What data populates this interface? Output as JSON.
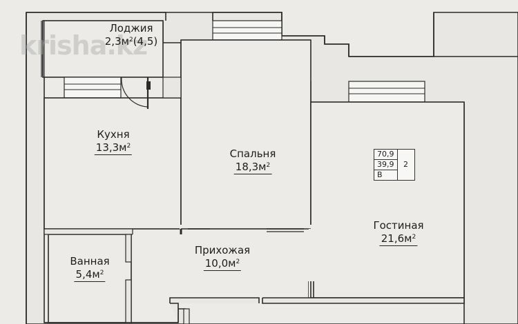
{
  "watermark": "krisha.kz",
  "colors": {
    "wall": "#e9e8e5",
    "line": "#2a2a2a",
    "floor": "#ecebe8"
  },
  "rooms": {
    "loggia": {
      "name": "Лоджия",
      "area": "2,3м",
      "sup": "2",
      "extra": "(4,5)"
    },
    "kitchen": {
      "name": "Кухня",
      "area": "13,3м",
      "sup": "2"
    },
    "bedroom": {
      "name": "Спальня",
      "area": "18,3м",
      "sup": "2"
    },
    "living": {
      "name": "Гостиная",
      "area": "21,6м",
      "sup": "2"
    },
    "hallway": {
      "name": "Прихожая",
      "area": "10,0м",
      "sup": "2"
    },
    "bathroom": {
      "name": "Ванная",
      "area": "5,4м",
      "sup": "2"
    }
  },
  "legend": {
    "total": "70,9",
    "living": "39,9",
    "rooms": "2",
    "type": "B"
  }
}
